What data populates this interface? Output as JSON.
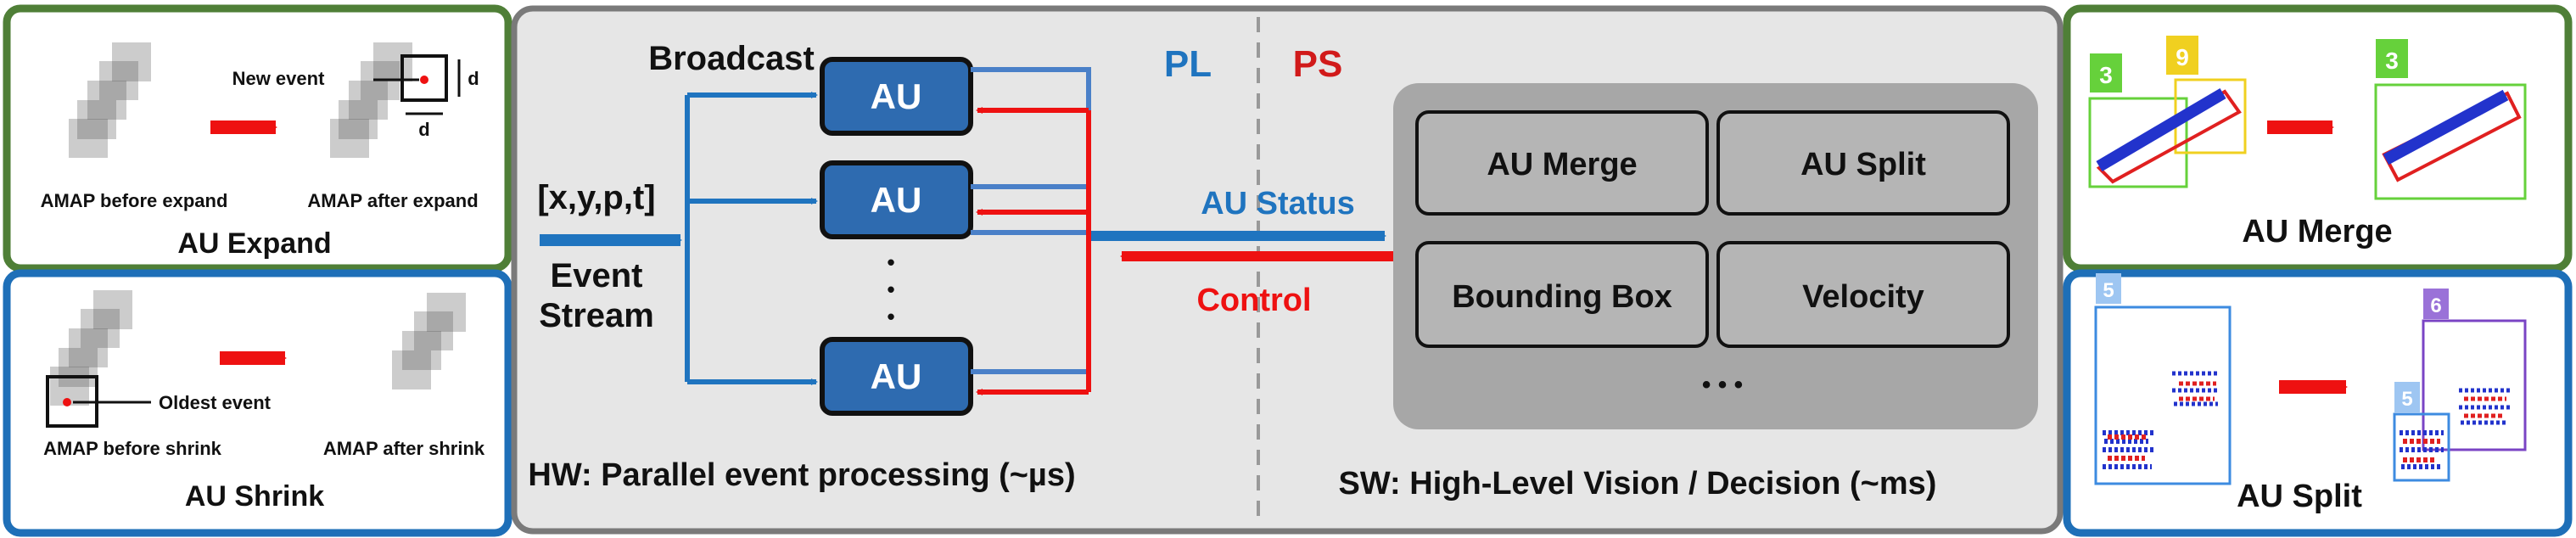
{
  "colors": {
    "green_border": "#4f7f37",
    "blue_border": "#1e6fb8",
    "au_fill": "#2e6bb0",
    "pl_blue": "#1f74bf",
    "ps_red": "#d11a1a",
    "red_arrow": "#ee1111",
    "center_panel": "#e6e6e6",
    "center_border": "#7a7a7a",
    "sw_panel": "#a7a7a7",
    "sw_box": "#b5b5b5"
  },
  "expand_panel": {
    "new_event": "New event",
    "d_right": "d",
    "d_bottom": "d",
    "before_label": "AMAP before expand",
    "after_label": "AMAP after expand",
    "title": "AU Expand"
  },
  "shrink_panel": {
    "oldest_event": "Oldest event",
    "before_label": "AMAP before shrink",
    "after_label": "AMAP after shrink",
    "title": "AU Shrink"
  },
  "center": {
    "broadcast": "Broadcast",
    "input_vector": "[x,y,p,t]",
    "event_line1": "Event",
    "event_line2": "Stream",
    "au_labels": [
      "AU",
      "AU",
      "AU"
    ],
    "dots": [
      "•",
      "•",
      "•"
    ],
    "pl": "PL",
    "ps": "PS",
    "au_status": "AU Status",
    "control": "Control",
    "hw_caption": "HW: Parallel event processing (~µs)",
    "sw_caption": "SW: High-Level Vision / Decision (~ms)",
    "sw_boxes": [
      "AU Merge",
      "AU Split",
      "Bounding Box",
      "Velocity"
    ],
    "sw_ellipsis": "• • •"
  },
  "merge_panel": {
    "id_before_a": "3",
    "id_before_b": "9",
    "id_after": "3",
    "title": "AU Merge"
  },
  "split_panel": {
    "id_before": "5",
    "id_after_top": "6",
    "id_after_bottom": "5",
    "title": "AU Split"
  }
}
